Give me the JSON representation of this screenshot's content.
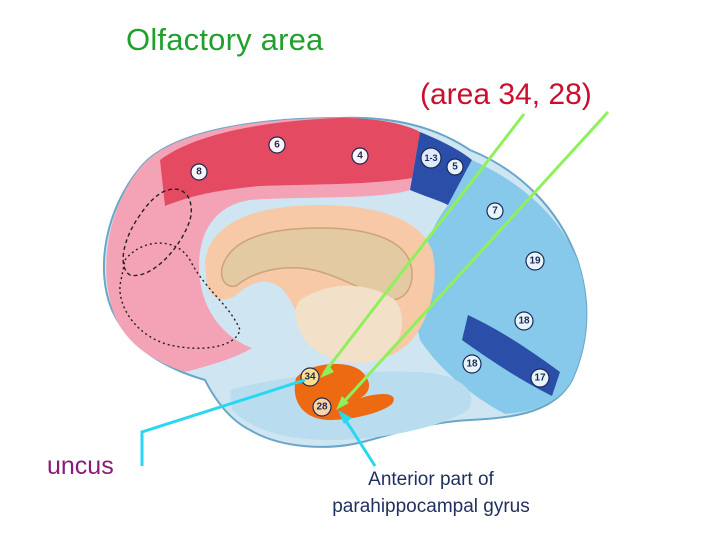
{
  "title": "Olfactory area",
  "subtitle": "(area 34, 28)",
  "labels": {
    "uncus": "uncus",
    "anterior_line1": "Anterior part of",
    "anterior_line2": "parahippocampal gyrus"
  },
  "area_numbers": {
    "a6": "6",
    "a4": "4",
    "a8": "8",
    "a13": "1-3",
    "a5": "5",
    "a7": "7",
    "a19": "19",
    "a18a": "18",
    "a18b": "18",
    "a17": "17",
    "a34": "34",
    "a28": "28"
  },
  "colors": {
    "title": "#22a02e",
    "subtitle": "#c8102e",
    "uncus_label": "#8a1a7a",
    "pointer_green": "#8ef15c",
    "pointer_cyan": "#2ad6f0",
    "frontal_pink": "#f2a0b4",
    "motor_red": "#e4455e",
    "occipital_blue": "#7fc6e8",
    "olfactory_orange": "#ee6a12"
  }
}
